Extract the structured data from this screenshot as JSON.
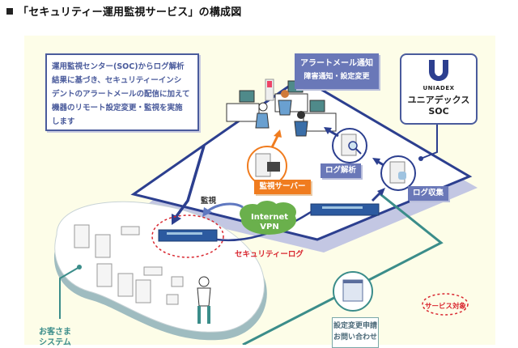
{
  "page_title": "「セキュリティー運用監視サービス」の構成図",
  "description_box": {
    "lines": [
      "運用監視センター(SOC)からログ解析",
      "結果に基づき、セキュリティーインシ",
      "デントのアラートメールの配信に加えて",
      "機器のリモート設定変更・監視を実施",
      "します"
    ]
  },
  "alert_box": {
    "line1": "アラートメール通知",
    "line2": "障害通知・設定変更"
  },
  "soc_box": {
    "brand": "UNIADEX",
    "name_line1": "ユニアデックス",
    "name_line2": "SOC"
  },
  "tags": {
    "monitoring_server": "監視サーバー",
    "log_analysis": "ログ解析",
    "log_collection": "ログ収集"
  },
  "labels": {
    "monitoring": "監視",
    "security_log": "セキュリティーログ",
    "service_target": "サービス対象",
    "customer_line1": "お客さま",
    "customer_line2": "システム",
    "cloud_line1": "Internet",
    "cloud_line2": "VPN"
  },
  "request_box": {
    "line1": "設定変更申請",
    "line2": "お問い合わせ"
  },
  "colors": {
    "navy": "#2c3f8f",
    "label_blue": "#6a78b8",
    "orange": "#f07c1f",
    "teal": "#3b8d8a",
    "red": "#d9262f",
    "cloud_green": "#6ab04c",
    "panel_bg": "#fdfde8"
  }
}
